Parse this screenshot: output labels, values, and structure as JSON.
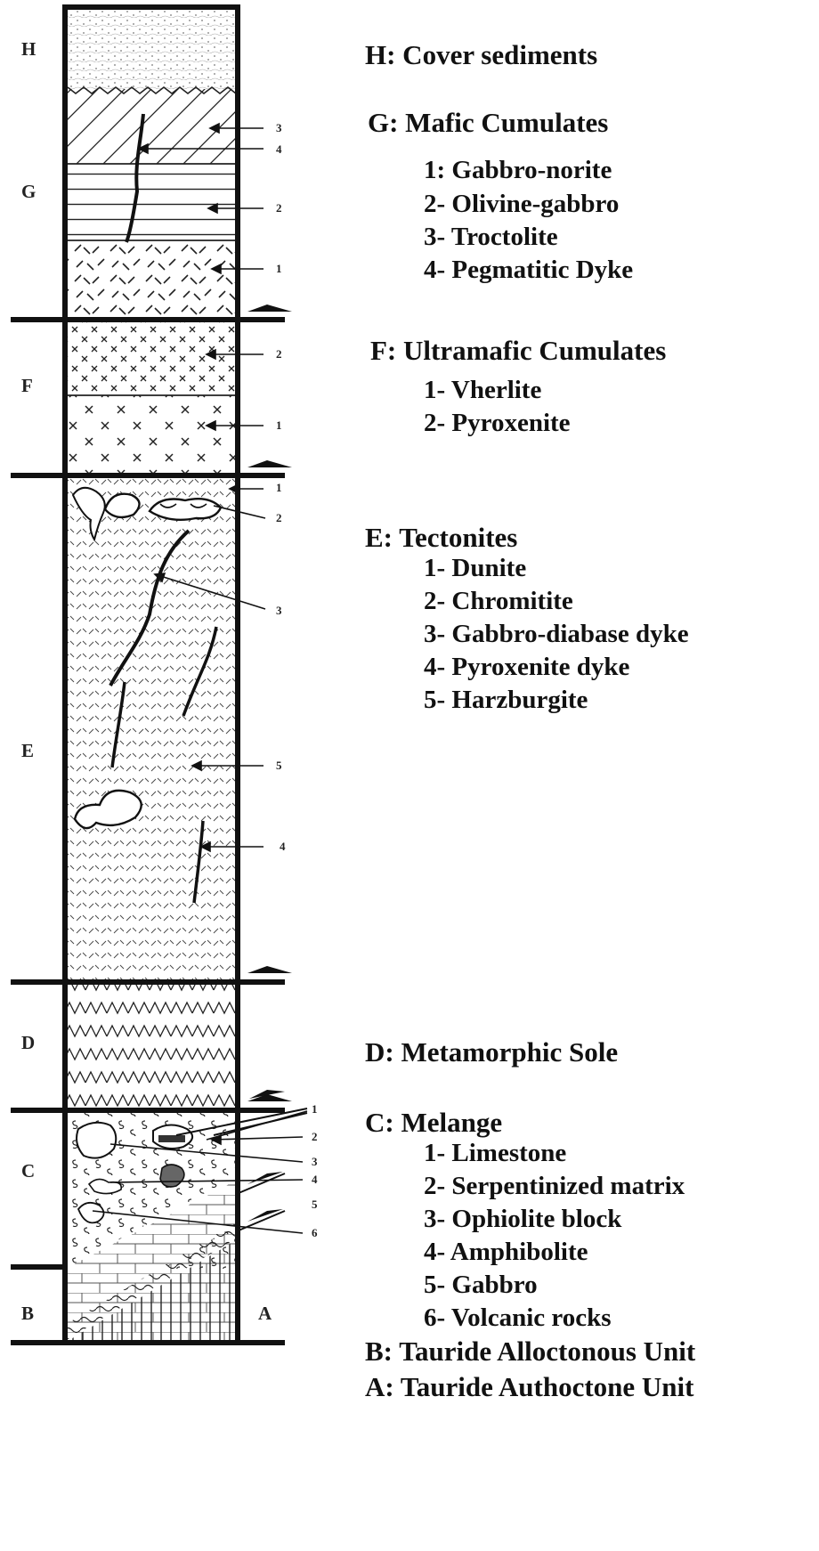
{
  "column": {
    "unit_letters": [
      "H",
      "G",
      "F",
      "E",
      "D",
      "C",
      "B"
    ],
    "right_letter": "A"
  },
  "callouts": {
    "G": [
      "3",
      "4",
      "2",
      "1"
    ],
    "F": [
      "2",
      "1"
    ],
    "E": [
      "1",
      "2",
      "3",
      "5",
      "4"
    ],
    "C": [
      "1",
      "2",
      "3",
      "4",
      "5",
      "6"
    ]
  },
  "legend": {
    "H": {
      "title": "H: Cover sediments",
      "items": []
    },
    "G": {
      "title": "G: Mafic Cumulates",
      "items": [
        "1: Gabbro-norite",
        "2- Olivine-gabbro",
        "3- Troctolite",
        "4- Pegmatitic Dyke"
      ]
    },
    "F": {
      "title": "F: Ultramafic Cumulates",
      "items": [
        "1- Vherlite",
        "2- Pyroxenite"
      ]
    },
    "E": {
      "title": "E: Tectonites",
      "items": [
        "1- Dunite",
        "2- Chromitite",
        "3- Gabbro-diabase dyke",
        "4- Pyroxenite dyke",
        "5- Harzburgite"
      ]
    },
    "D": {
      "title": "D: Metamorphic Sole",
      "items": []
    },
    "C": {
      "title": "C: Melange",
      "items": [
        "1- Limestone",
        "2- Serpentinized matrix",
        "3- Ophiolite block",
        "4- Amphibolite",
        "5- Gabbro",
        "6- Volcanic rocks"
      ]
    },
    "B": {
      "title": "B: Tauride Alloctonous Unit",
      "items": []
    },
    "A": {
      "title": "A: Tauride Authoctone Unit",
      "items": []
    }
  }
}
